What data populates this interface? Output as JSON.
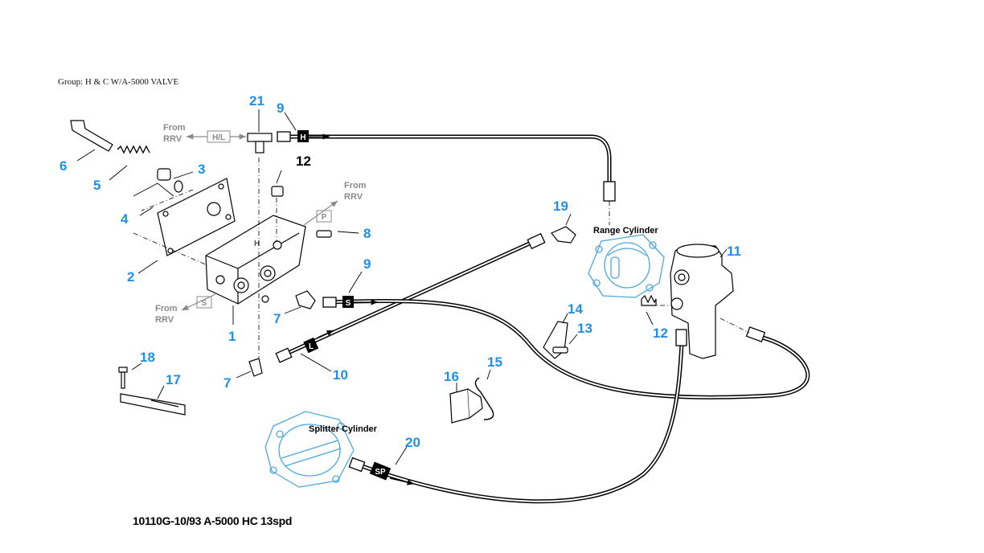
{
  "header": {
    "group": "Group: H & C W/A-5000 VALVE"
  },
  "footer": {
    "drawing_id": "10110G-10/93 A-5000 HC 13spd"
  },
  "colors": {
    "callout": "#1e90e6",
    "line": "#000000",
    "ghost": "#4aa8e0",
    "gray": "#8a8a8a"
  },
  "callouts": {
    "c1": "1",
    "c2": "2",
    "c3": "3",
    "c4": "4",
    "c5": "5",
    "c6": "6",
    "c7a": "7",
    "c7b": "7",
    "c8": "8",
    "c9a": "9",
    "c9b": "9",
    "c10": "10",
    "c11": "11",
    "c12a": "12",
    "c12b": "12",
    "c13": "13",
    "c14": "14",
    "c15": "15",
    "c16": "16",
    "c17": "17",
    "c18": "18",
    "c19": "19",
    "c20": "20",
    "c21": "21"
  },
  "ports": {
    "from_hl": "From",
    "rrv_hl": "RRV",
    "tag_hl": "H/L",
    "from_p": "From",
    "rrv_p": "RRV",
    "tag_p": "P",
    "from_s": "From",
    "rrv_s": "RRV",
    "tag_s": "S"
  },
  "hose_tags": {
    "h": "H",
    "s": "S",
    "l": "L",
    "sp": "SP"
  },
  "valve_marks": {
    "h": "H"
  },
  "cylinders": {
    "range": "Range Cylinder",
    "splitter": "Splitter Cylinder"
  }
}
